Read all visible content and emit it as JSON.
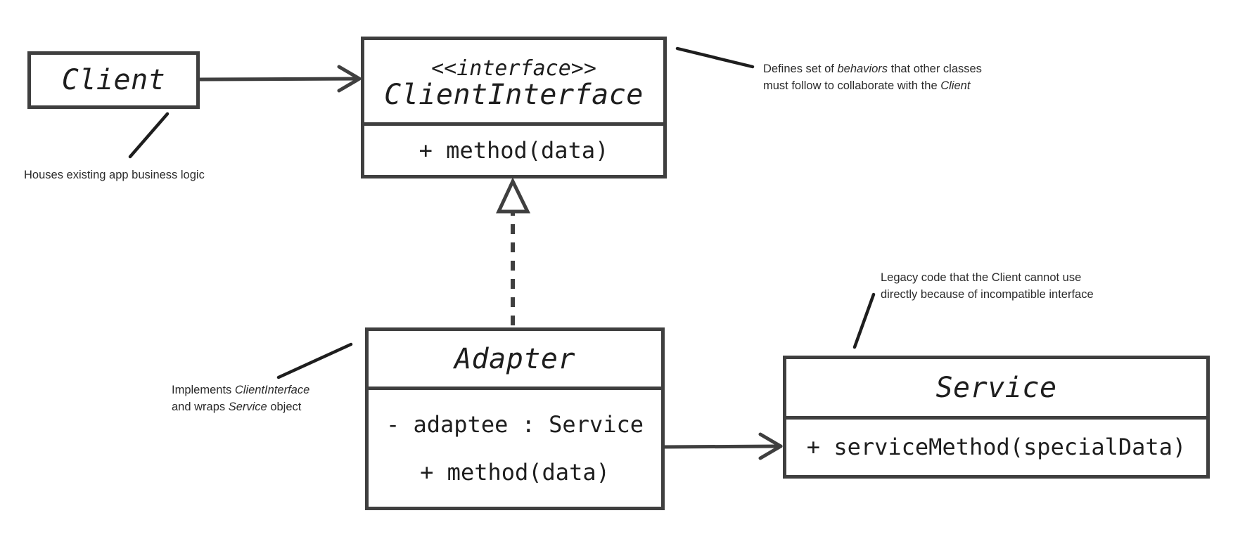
{
  "classes": {
    "client": {
      "name": "Client"
    },
    "client_interface": {
      "stereotype": "<<interface>>",
      "name": "ClientInterface",
      "methods": [
        "+ method(data)"
      ]
    },
    "adapter": {
      "name": "Adapter",
      "fields": [
        "- adaptee : Service"
      ],
      "methods": [
        "+ method(data)"
      ]
    },
    "service": {
      "name": "Service",
      "methods": [
        "+ serviceMethod(specialData)"
      ]
    }
  },
  "notes": {
    "client": {
      "line1": "Houses existing app business logic"
    },
    "client_interface": {
      "line1_pre": "Defines set of ",
      "line1_em": "behaviors",
      "line1_post": " that other classes",
      "line2_pre": "must follow to collaborate with the ",
      "line2_em": "Client"
    },
    "adapter": {
      "line1_pre": "Implements ",
      "line1_em": "ClientInterface",
      "line2_pre": "and wraps ",
      "line2_em": "Service",
      "line2_post": " object"
    },
    "service": {
      "line1": "Legacy code that the Client cannot use",
      "line2": "directly because of incompatible interface"
    }
  },
  "relationships": [
    {
      "from": "Client",
      "to": "ClientInterface",
      "kind": "association"
    },
    {
      "from": "Adapter",
      "to": "ClientInterface",
      "kind": "realization"
    },
    {
      "from": "Adapter",
      "to": "Service",
      "kind": "association"
    }
  ],
  "colors": {
    "stroke": "#3f3f3f",
    "text": "#1e1e1e",
    "note_text": "#2b2b2b",
    "background": "#ffffff"
  }
}
